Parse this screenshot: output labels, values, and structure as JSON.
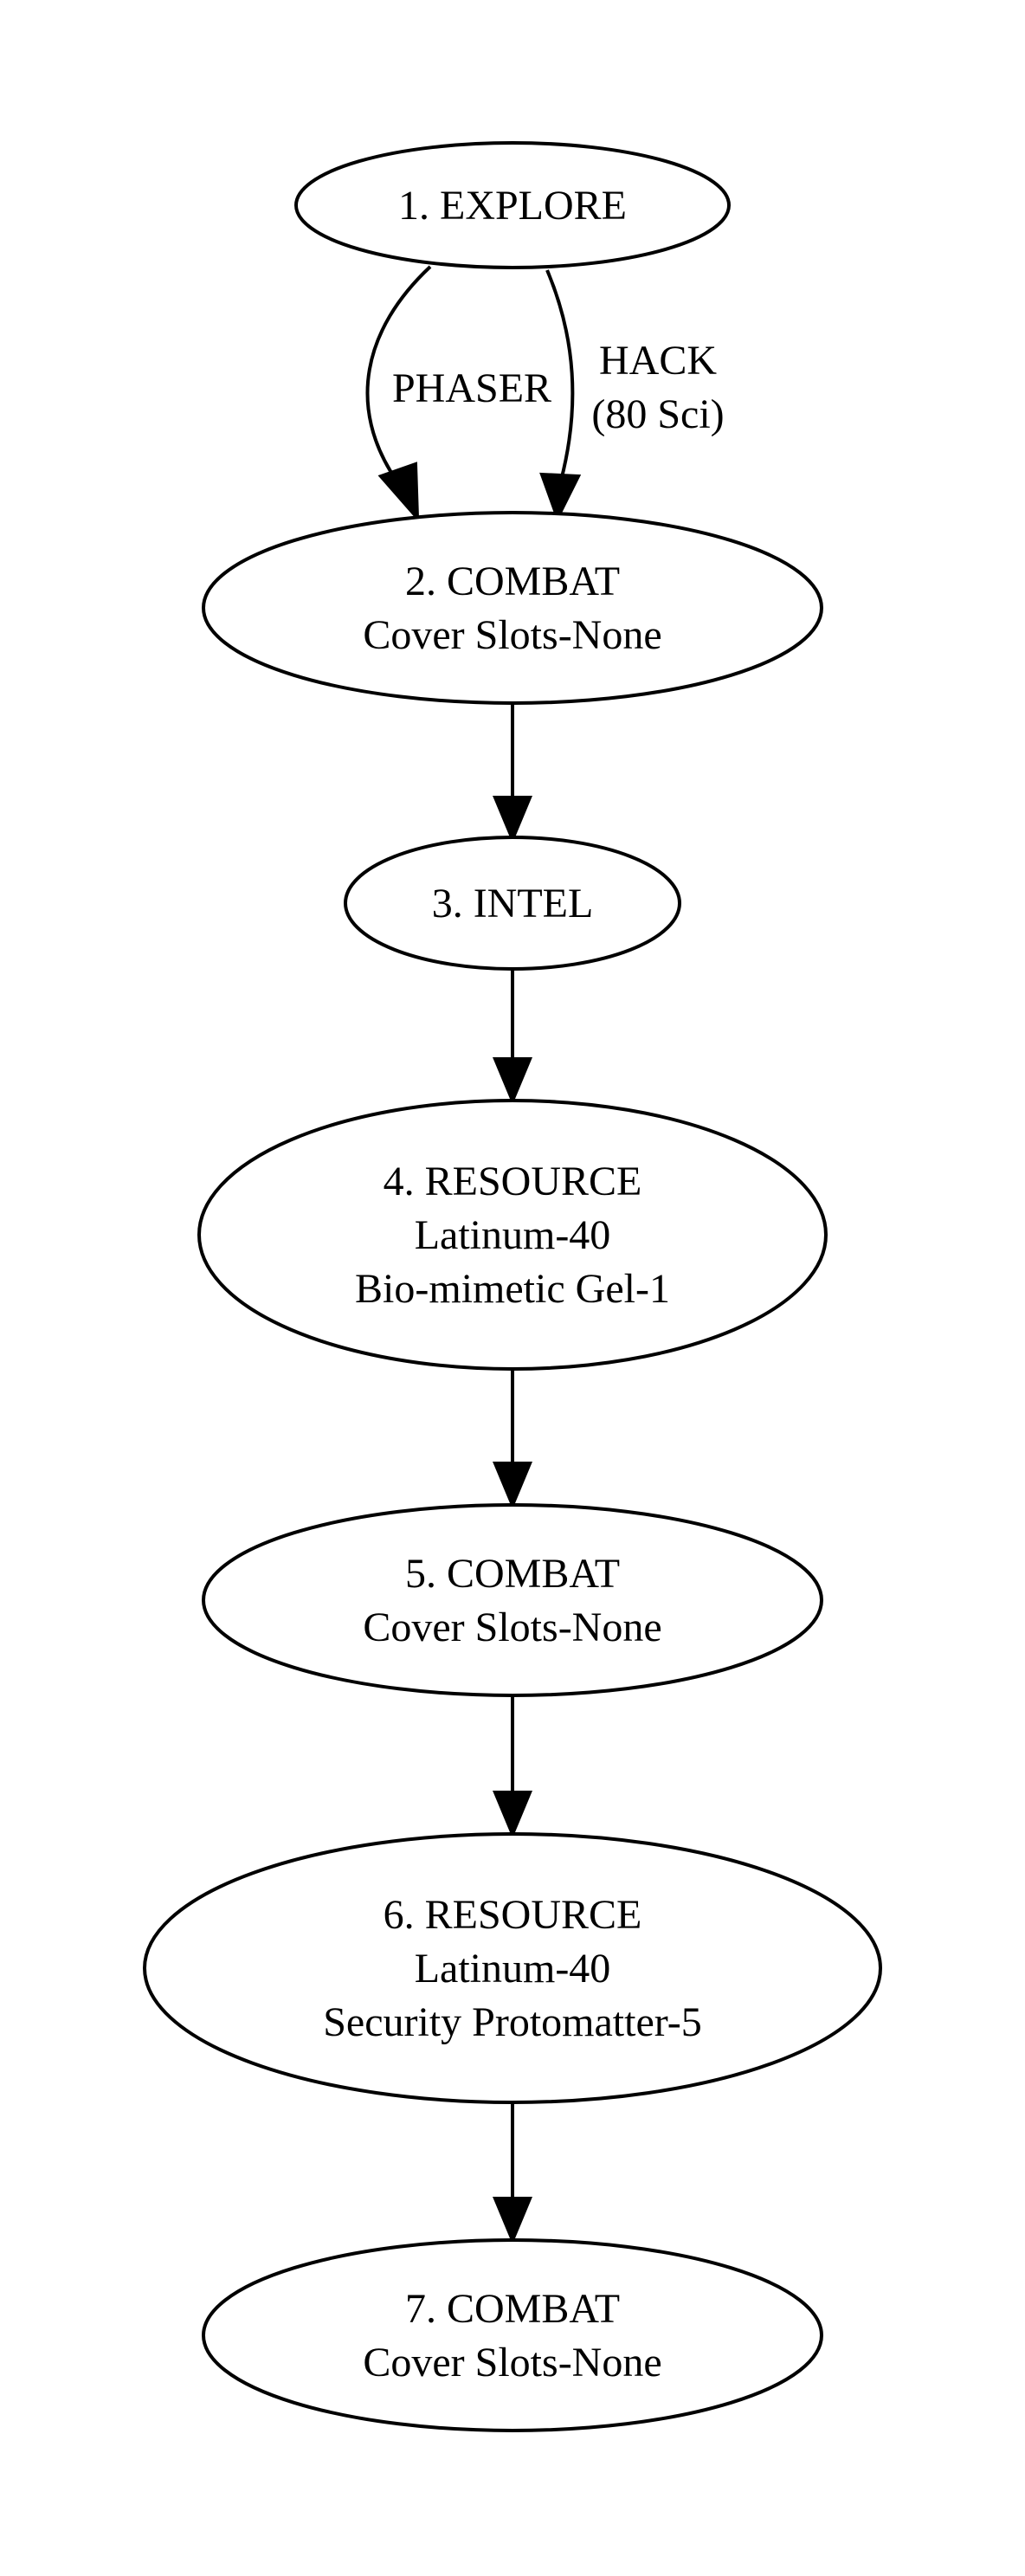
{
  "nodes": [
    {
      "id": "n1",
      "lines": [
        "1. EXPLORE"
      ]
    },
    {
      "id": "n2",
      "lines": [
        "2. COMBAT",
        "Cover Slots-None"
      ]
    },
    {
      "id": "n3",
      "lines": [
        "3. INTEL"
      ]
    },
    {
      "id": "n4",
      "lines": [
        "4. RESOURCE",
        "Latinum-40",
        "Bio-mimetic Gel-1"
      ]
    },
    {
      "id": "n5",
      "lines": [
        "5. COMBAT",
        "Cover Slots-None"
      ]
    },
    {
      "id": "n6",
      "lines": [
        "6. RESOURCE",
        "Latinum-40",
        "Security Protomatter-5"
      ]
    },
    {
      "id": "n7",
      "lines": [
        "7. COMBAT",
        "Cover Slots-None"
      ]
    }
  ],
  "edges": [
    {
      "from": "n1",
      "to": "n2",
      "label": [
        "PHASER"
      ]
    },
    {
      "from": "n1",
      "to": "n2",
      "label": [
        "HACK",
        "(80 Sci)"
      ]
    },
    {
      "from": "n2",
      "to": "n3",
      "label": []
    },
    {
      "from": "n3",
      "to": "n4",
      "label": []
    },
    {
      "from": "n4",
      "to": "n5",
      "label": []
    },
    {
      "from": "n5",
      "to": "n6",
      "label": []
    },
    {
      "from": "n6",
      "to": "n7",
      "label": []
    }
  ]
}
